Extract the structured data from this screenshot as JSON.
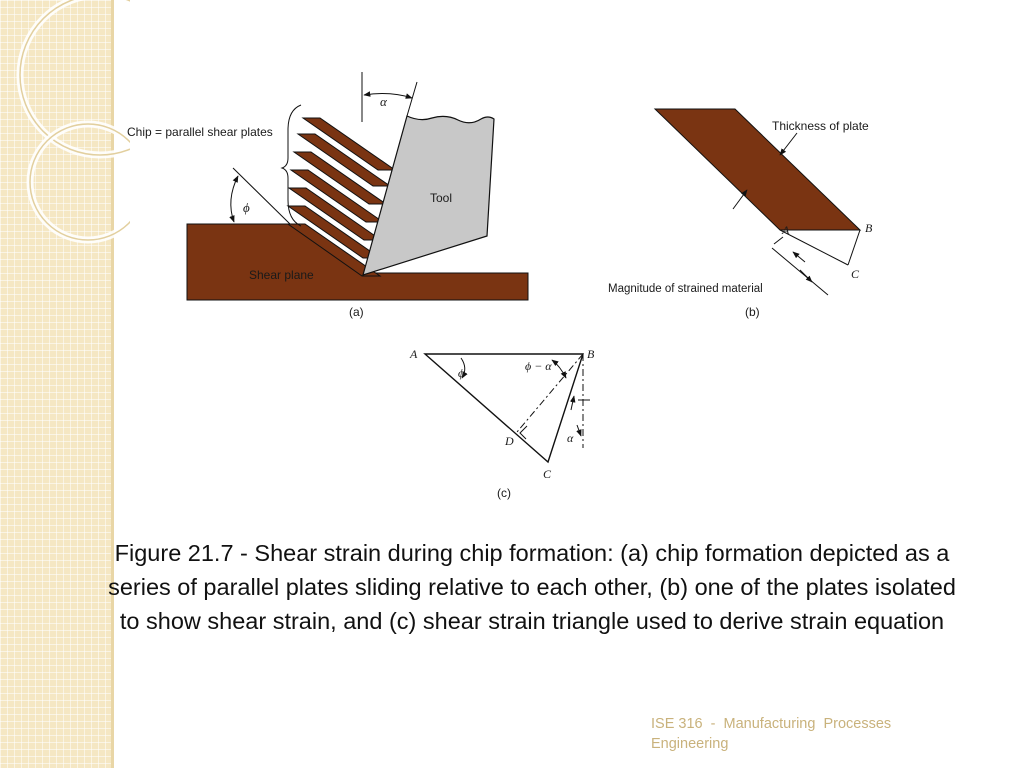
{
  "slide": {
    "caption": "Figure 21.7 - Shear strain during chip formation: (a) chip formation depicted as a series of parallel plates sliding relative to each other, (b) one of the plates isolated to show shear strain, and (c) shear strain triangle used to derive strain equation",
    "footer": "ISE 316  -  Manufacturing  Processes Engineering"
  },
  "figure_a": {
    "chip_label": "Chip = parallel shear plates",
    "tool_label": "Tool",
    "shear_plane_label": "Shear plane",
    "alpha": "α",
    "phi": "ϕ",
    "caption": "(a)"
  },
  "figure_b": {
    "thickness_label": "Thickness of plate",
    "magnitude_label": "Magnitude of strained material",
    "point_a": "A",
    "point_b": "B",
    "point_c": "C",
    "caption": "(b)"
  },
  "figure_c": {
    "point_a": "A",
    "point_b": "B",
    "point_c": "C",
    "point_d": "D",
    "phi": "ϕ",
    "phi_minus_alpha": "ϕ − α",
    "alpha": "α",
    "caption": "(c)"
  },
  "colors": {
    "material": "#7a3412",
    "tool": "#c8c8c8",
    "sidebar": "#f5e7c3",
    "footer_text": "#c9b27c"
  }
}
